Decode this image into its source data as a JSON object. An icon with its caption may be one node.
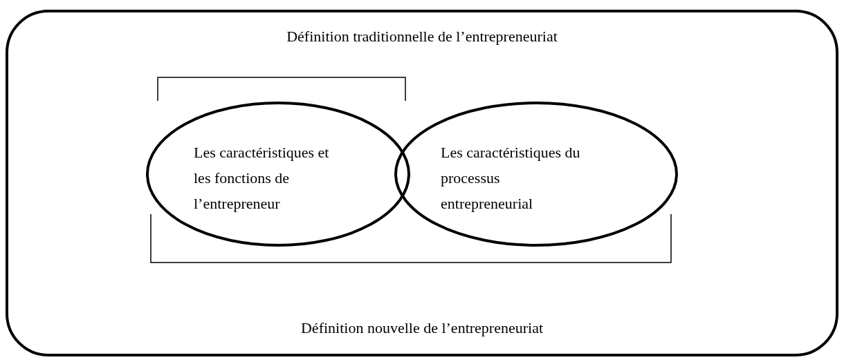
{
  "diagram": {
    "nodes": [
      {
        "text": [
          "Définition traditionnelle de l’entrepreneuriat",
          "Définition nouvelle de l’entrepreneuriat"
        ]
      },
      {
        "text": [
          "Les caractéristiques et les fonctions de l’entrepreneur"
        ],
        "in": 0
      },
      {
        "text": [
          "Les caractéristiques du processus entrepreneurial"
        ],
        "in": 0
      }
    ],
    "edges": []
  }
}
